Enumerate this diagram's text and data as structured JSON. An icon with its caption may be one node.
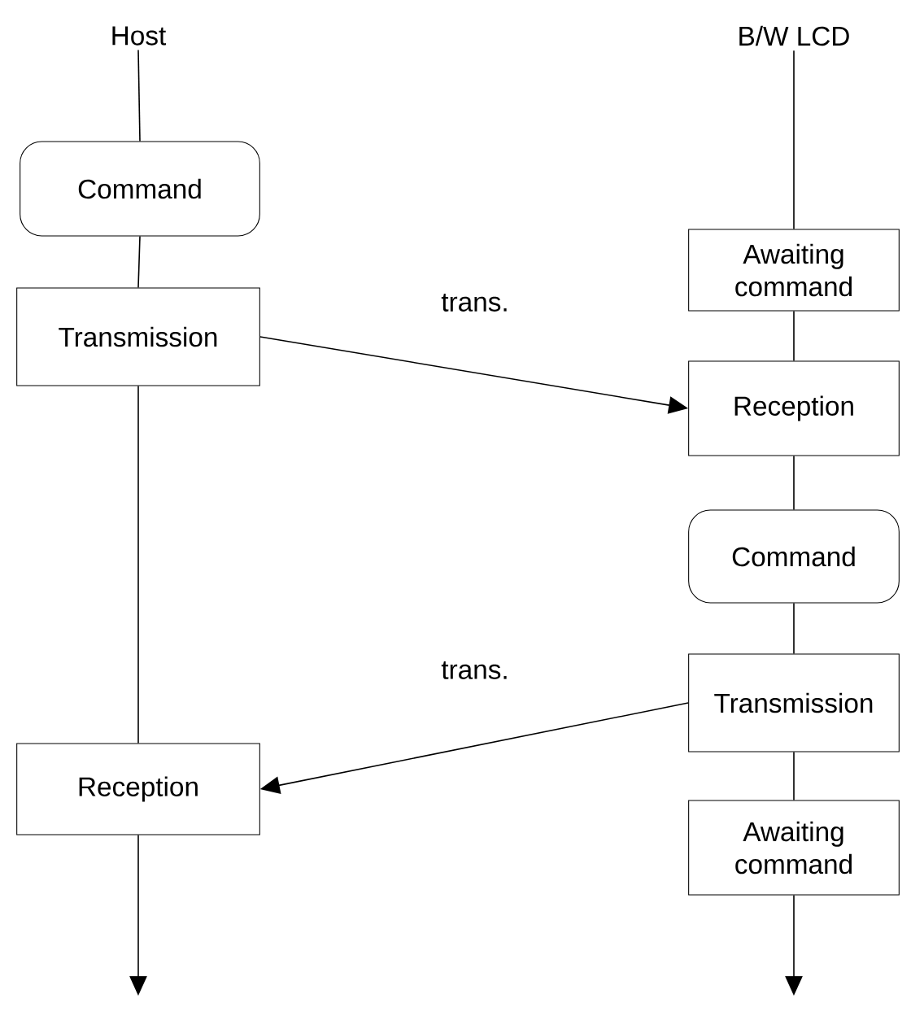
{
  "diagram": {
    "nodes": [
      {
        "text": [
          "Host"
        ]
      },
      {
        "text": [
          "B/W LCD"
        ]
      },
      {
        "text": [
          "Command"
        ]
      },
      {
        "text": [
          "Transmission"
        ]
      },
      {
        "text": [
          "Reception"
        ]
      },
      {
        "text": [
          "Awaiting command"
        ]
      },
      {
        "text": [
          "Reception"
        ]
      },
      {
        "text": [
          "Command"
        ]
      },
      {
        "text": [
          "Transmission"
        ]
      },
      {
        "text": [
          "Awaiting command"
        ]
      }
    ],
    "edges": [
      {
        "from": 0,
        "to": 2,
        "arrow": "none"
      },
      {
        "from": 2,
        "to": 3,
        "arrow": "none"
      },
      {
        "from": 3,
        "to": 4,
        "arrow": "none"
      },
      {
        "from": 4,
        "to": null,
        "arrow": "to"
      },
      {
        "from": 1,
        "to": 5,
        "arrow": "none"
      },
      {
        "from": 5,
        "to": 6,
        "arrow": "none"
      },
      {
        "from": 6,
        "to": 7,
        "arrow": "none"
      },
      {
        "from": 7,
        "to": 8,
        "arrow": "none"
      },
      {
        "from": 8,
        "to": 9,
        "arrow": "none"
      },
      {
        "from": 9,
        "to": null,
        "arrow": "to"
      },
      {
        "from": 3,
        "to": 6,
        "arrow": "to",
        "label": "trans."
      },
      {
        "from": 8,
        "to": 4,
        "arrow": "to",
        "label": "trans."
      }
    ]
  }
}
